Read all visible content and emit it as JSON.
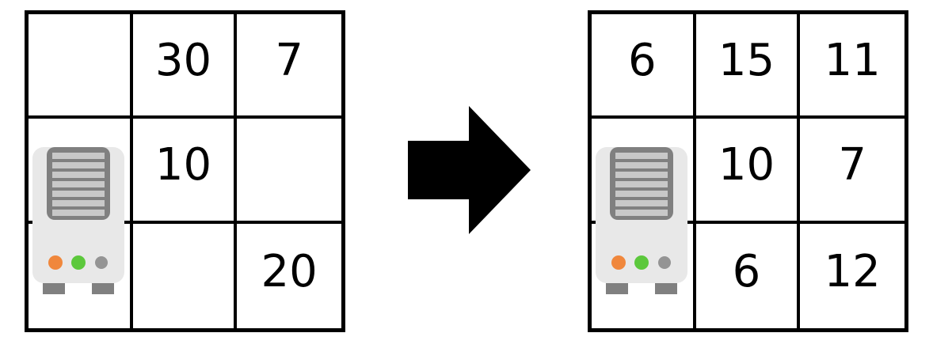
{
  "scene": {
    "description": "before-and-after grid transformation",
    "background_color": "#ffffff"
  },
  "arrow": {
    "icon": "arrow-right-icon",
    "color": "#000000",
    "direction": "right"
  },
  "robot": {
    "icon": "robot-icon",
    "body_color": "#E8E8E8",
    "panel_color": "#808080",
    "stripe_color": "#C8C8C8",
    "foot_color": "#808080",
    "stripe_count": 7,
    "lights": [
      {
        "name": "status-light-orange",
        "color": "#F0873C"
      },
      {
        "name": "status-light-green",
        "color": "#5CC83C"
      },
      {
        "name": "status-light-gray",
        "color": "#949494"
      }
    ]
  },
  "grids": [
    {
      "name": "before-grid",
      "border_color": "#000000",
      "rows": 3,
      "cols": 3,
      "robot_cell": {
        "row": 1,
        "col": 0
      },
      "cells": [
        [
          "",
          "30",
          "7"
        ],
        [
          "",
          "10",
          ""
        ],
        [
          "",
          "",
          "20"
        ]
      ]
    },
    {
      "name": "after-grid",
      "border_color": "#000000",
      "rows": 3,
      "cols": 3,
      "robot_cell": {
        "row": 1,
        "col": 0
      },
      "cells": [
        [
          "6",
          "15",
          "11"
        ],
        [
          "",
          "10",
          "7"
        ],
        [
          "",
          "6",
          "12"
        ]
      ]
    }
  ]
}
